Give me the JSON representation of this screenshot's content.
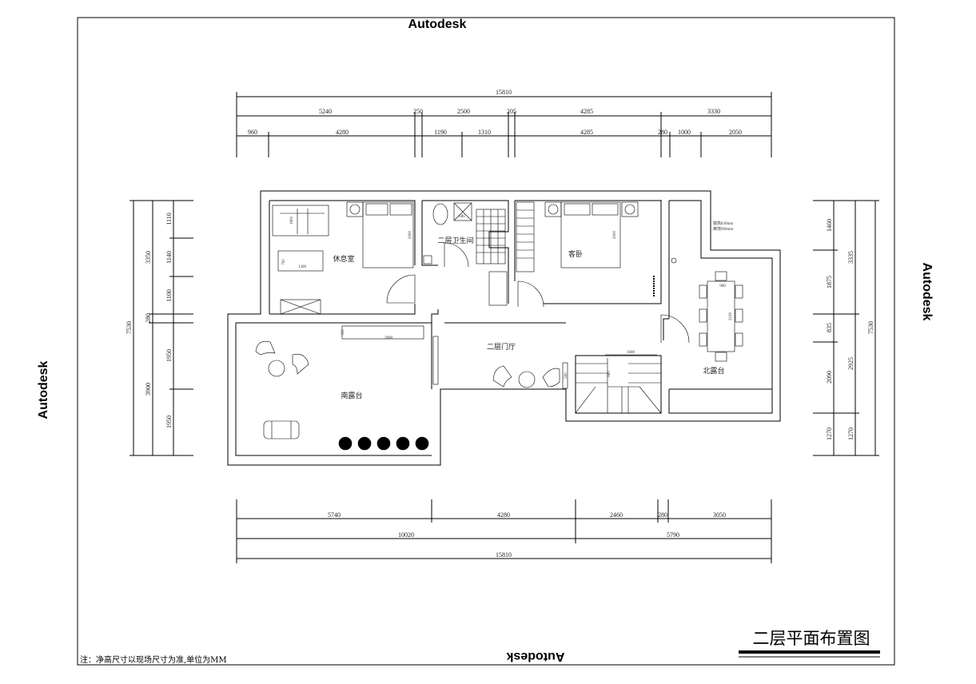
{
  "watermarks": {
    "top": "Autodesk",
    "right": "Autodesk",
    "left": "Autodesk",
    "bottom": "Autodesk"
  },
  "title": "二层平面布置图",
  "note": "注：净高尺寸以现场尺寸为准,单位为MM",
  "rooms": {
    "lounge": "休息室",
    "bathroom": "二层卫生间",
    "guest_bedroom": "客卧",
    "hall": "二层门厅",
    "south_terrace": "南露台",
    "north_terrace": "北露台"
  },
  "window_note": [
    "窗高830mm",
    "离地960mm"
  ],
  "top_dims": {
    "total": "15810",
    "row2": [
      "5240",
      "250",
      "2500",
      "205",
      "4285",
      "3330"
    ],
    "row3": [
      "960",
      "4280",
      "1190",
      "1310",
      "4285",
      "280",
      "1000",
      "2050"
    ]
  },
  "bottom_dims": {
    "row1": [
      "5740",
      "4280",
      "2460",
      "280",
      "3050"
    ],
    "row2": [
      "10020",
      "5790"
    ],
    "total": "15810"
  },
  "left_dims": {
    "total": "7530",
    "row2": [
      "3350",
      "280",
      "3900"
    ],
    "row3": [
      "1110",
      "1140",
      "1100",
      "1950",
      "1950"
    ]
  },
  "right_dims": {
    "row1": [
      "1460",
      "1875",
      "835",
      "2090",
      "1270"
    ],
    "row2": [
      "3335",
      "2925",
      "1270"
    ],
    "total": "7530"
  },
  "furniture_dims": {
    "sofa": "1800",
    "table_w": "1300",
    "table_h": "700",
    "shower": "600",
    "bed1": "2000",
    "bed2": "2000",
    "dining_w": "900",
    "dining_l": "2100",
    "cabinet_w": "2800",
    "cabinet_d": "350",
    "stair_w": "1600",
    "stair_d": "680",
    "bench": "500"
  }
}
